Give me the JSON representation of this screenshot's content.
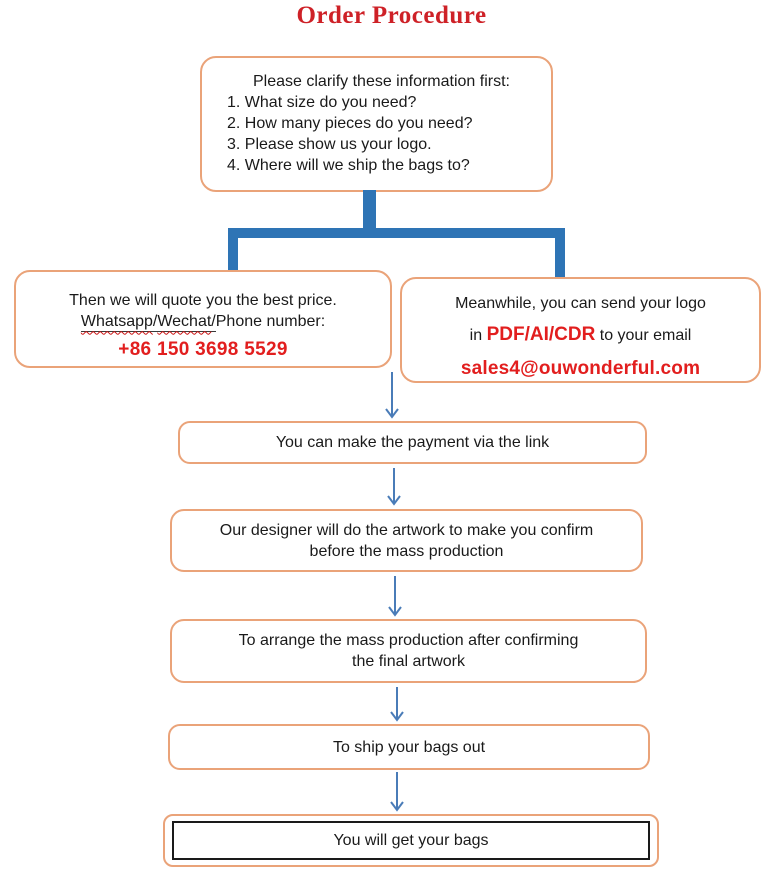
{
  "title": "Order Procedure",
  "clarify_box": {
    "heading": "Please clarify these information first:",
    "item1": "1. What size do you need?",
    "item2": "2. How many pieces do you need?",
    "item3": "3. Please show us your logo.",
    "item4": "4. Where will we ship the bags to?"
  },
  "quote_box": {
    "line1": "Then we will quote you the best price.",
    "whatsapp": "Whatsapp",
    "slash": "/",
    "wechat": "Wechat",
    "line2_rest": "Phone number:",
    "phone": "+86 150 3698 5529"
  },
  "logo_box": {
    "line1": "Meanwhile, you can send your logo",
    "line2_prefix": "in ",
    "formats": "PDF/AI/CDR",
    "line2_suffix": " to your email",
    "email": "sales4@ouwonderful.com"
  },
  "payment_box": {
    "text": "You can make the payment via the link"
  },
  "artwork_box": {
    "line1": "Our designer will do the artwork to make you confirm",
    "line2": "before the mass production"
  },
  "production_box": {
    "line1": "To arrange the mass production after confirming",
    "line2": "the final artwork"
  },
  "ship_box": {
    "text": "To ship your bags out"
  },
  "receive_box": {
    "text": "You will get your bags"
  },
  "colors": {
    "title_red": "#ce2127",
    "accent_red": "#e21e1e",
    "box_border_orange": "#eaa379",
    "connector_blue": "#2e74b5",
    "arrow_blue": "#4a7cb8",
    "inner_border_black": "#1a1a1a"
  }
}
